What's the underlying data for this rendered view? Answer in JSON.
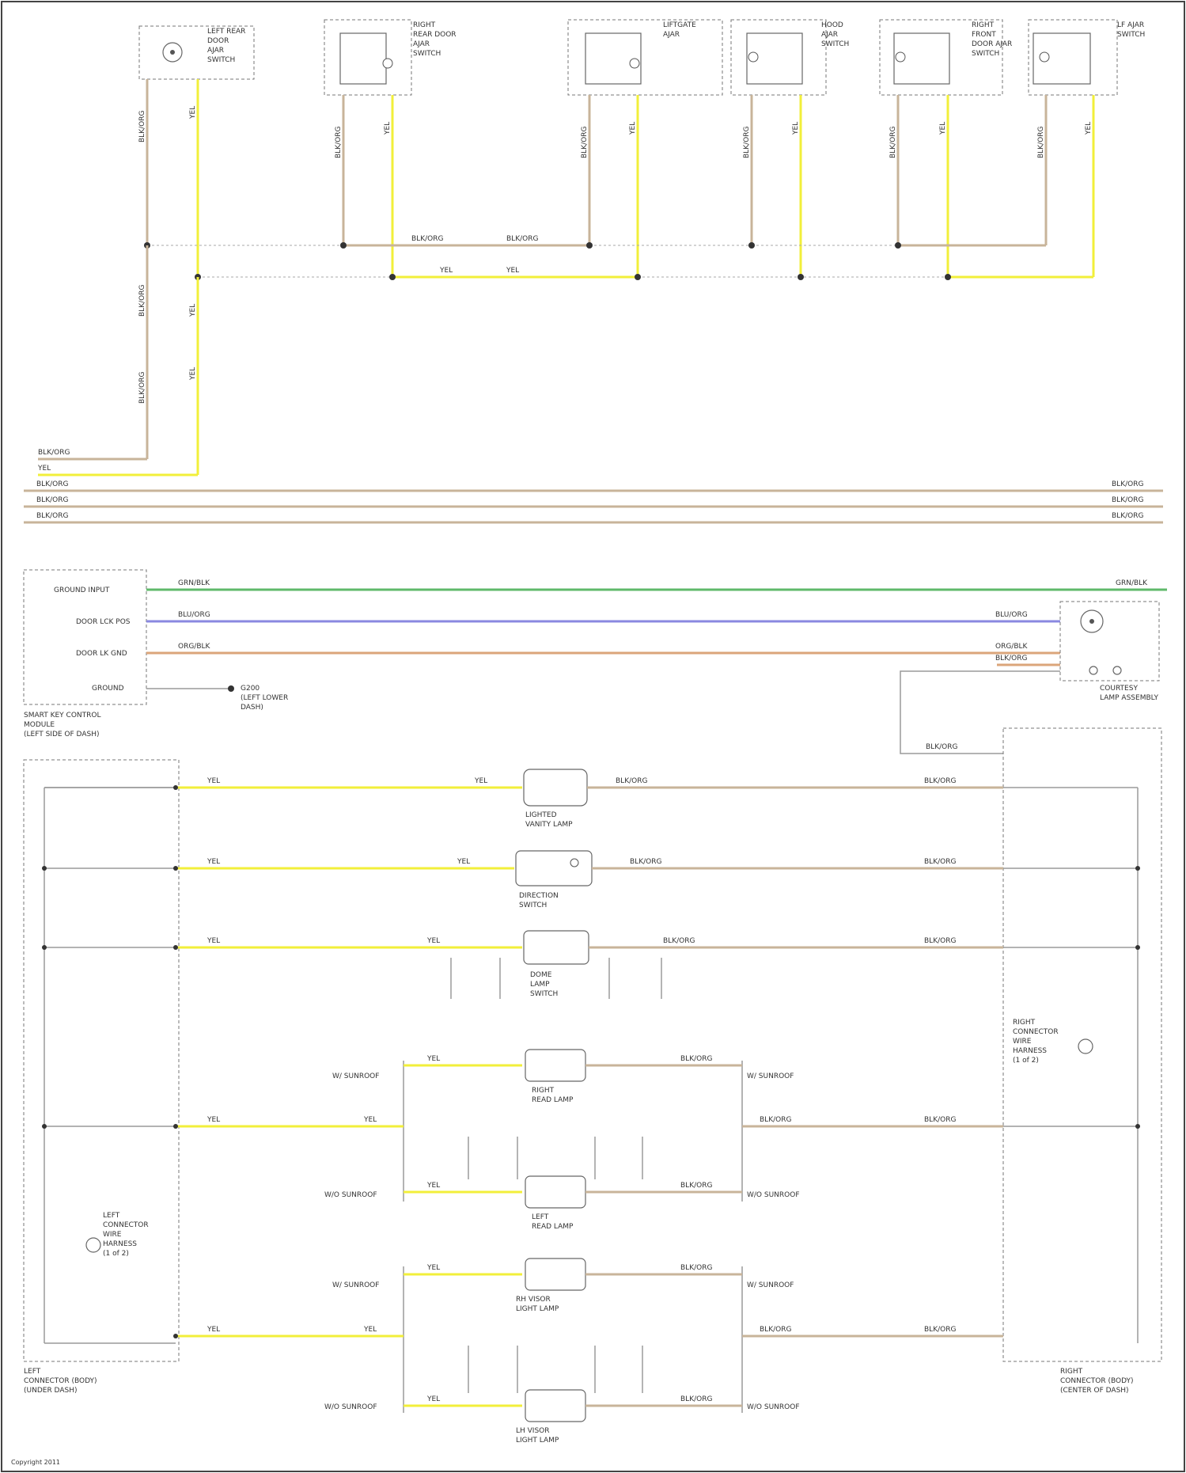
{
  "colors": {
    "tan_wire": "#c8b49a",
    "yellow_wire": "#f2ef3a",
    "green_wire": "#5fb96a",
    "violet_wire": "#8a88e0",
    "orange_wire": "#dba57a",
    "background": "#ffffff"
  },
  "top_components": [
    {
      "lines": [
        "LEFT REAR",
        "DOOR",
        "AJAR",
        "SWITCH"
      ]
    },
    {
      "lines": [
        "RIGHT",
        "REAR DOOR",
        "AJAR",
        "SWITCH"
      ]
    },
    {
      "lines": [
        "LIFTGATE",
        "AJAR"
      ]
    },
    {
      "lines": [
        "HOOD",
        "AJAR",
        "SWITCH"
      ]
    },
    {
      "lines": [
        "RIGHT",
        "FRONT",
        "DOOR AJAR",
        "SWITCH"
      ]
    },
    {
      "lines": [
        "LF AJAR",
        "SWITCH"
      ]
    }
  ],
  "wire_labels": {
    "black": "BLK/ORG",
    "yellow": "YEL",
    "green": "GRN/BLK",
    "violet": "BLU/ORG",
    "orange": "ORG/BLK",
    "tan_rail": "BLK/ORG"
  },
  "bcm": {
    "lines": [
      "SMART KEY CONTROL",
      "MODULE",
      "(LEFT SIDE OF DASH)"
    ],
    "pins": [
      "GROUND INPUT",
      "DOOR LCK POS",
      "DOOR LK GND",
      "GROUND"
    ],
    "ground_lines": [
      "G200",
      "(LEFT LOWER",
      "DASH)"
    ]
  },
  "courtesy_lamp": {
    "lines": [
      "COURTESY",
      "LAMP ASSEMBLY"
    ]
  },
  "center_components": [
    {
      "lines": [
        "LIGHTED",
        "VANITY LAMP"
      ]
    },
    {
      "lines": [
        "DIRECTION",
        "SWITCH"
      ]
    },
    {
      "lines": [
        "DOME",
        "LAMP",
        "SWITCH"
      ]
    },
    {
      "lines": [
        "RIGHT",
        "READ LAMP"
      ]
    },
    {
      "lines": [
        "LEFT",
        "READ LAMP"
      ]
    },
    {
      "lines": [
        "RH VISOR",
        "LIGHT LAMP"
      ]
    },
    {
      "lines": [
        "LH VISOR",
        "LIGHT LAMP"
      ]
    }
  ],
  "left_connector": {
    "lines": [
      "LEFT",
      "CONNECTOR (BODY)",
      "(UNDER DASH)"
    ],
    "ref_lines": [
      "LEFT",
      "CONNECTOR",
      "WIRE",
      "HARNESS",
      "(1 of 2)"
    ]
  },
  "right_connector": {
    "lines": [
      "RIGHT",
      "CONNECTOR (BODY)",
      "(CENTER OF DASH)"
    ],
    "ref_lines": [
      "RIGHT",
      "CONNECTOR",
      "WIRE",
      "HARNESS",
      "(1 of 2)"
    ]
  },
  "branch_labels": {
    "with": "W/ SUNROOF",
    "without": "W/O SUNROOF"
  },
  "footer": "Copyright 2011"
}
